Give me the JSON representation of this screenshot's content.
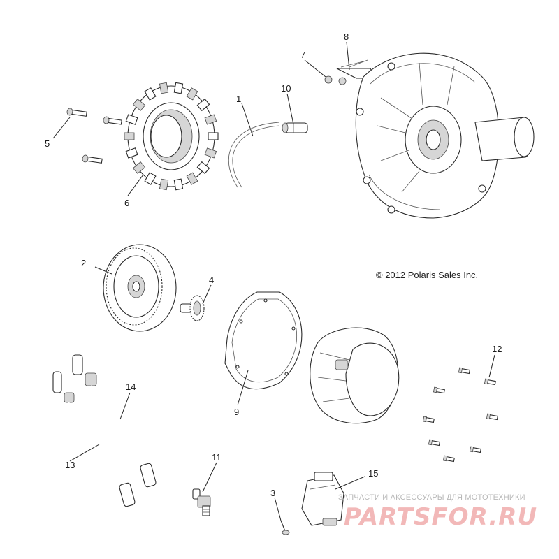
{
  "copyright": "© 2012 Polaris Sales Inc.",
  "watermark": {
    "tagline": "ЗАПЧАСТИ И АКСЕССУАРЫ ДЛЯ МОТОТЕХНИКИ",
    "logo": "PARTSFOR.RU",
    "color": "#f2b8b8"
  },
  "callouts": {
    "c1": "1",
    "c2": "2",
    "c3": "3",
    "c4": "4",
    "c5": "5",
    "c6": "6",
    "c7": "7",
    "c8": "8",
    "c9": "9",
    "c10": "10",
    "c11": "11",
    "c12": "12",
    "c13": "13",
    "c14": "14",
    "c15": "15"
  }
}
